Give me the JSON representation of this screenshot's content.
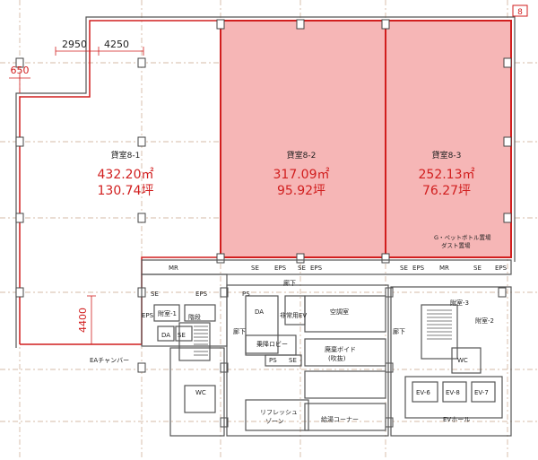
{
  "colors": {
    "accent_fill": "#f6b6b6",
    "accent_line": "#d11e1e",
    "wall": "#555555",
    "grid": "#c9a58a"
  },
  "page_number": "8",
  "dimensions": {
    "d2950": "2950",
    "d4250": "4250",
    "d650": "650",
    "d4400": "4400"
  },
  "rooms": [
    {
      "name": "貸室8-1",
      "area": "432.20㎡",
      "tsubo": "130.74坪"
    },
    {
      "name": "貸室8-2",
      "area": "317.09㎡",
      "tsubo": "95.92坪"
    },
    {
      "name": "貸室8-3",
      "area": "252.13㎡",
      "tsubo": "76.27坪"
    }
  ],
  "notes": {
    "bottle": "G・ペットボトル置場",
    "bottle2": "ダスト置場"
  },
  "labels": {
    "mr1": "MR",
    "mr2": "MR",
    "se1": "SE",
    "eps1": "EPS",
    "se2": "SE",
    "eps2": "EPS",
    "se3": "SE",
    "eps3": "EPS",
    "se4": "SE",
    "eps4": "EPS",
    "se5": "SE",
    "eps5": "EPS",
    "eps6": "EPS",
    "ps1": "PS",
    "ps2": "PS",
    "da1": "DA",
    "da2": "DA",
    "se6": "SE",
    "se7": "SE",
    "ea_chamber": "EAチャンバー",
    "emergency_ev": "非常用EV",
    "aircon": "空調室",
    "lobby": "乗降ロビー",
    "waste": "廃棄ボイド",
    "waste2": "(吹抜)",
    "refresh": "リフレッシュ",
    "refresh2": "ゾーン",
    "hotwater": "給湯コーナー",
    "ev_hall": "EVホール",
    "ev6": "EV-6",
    "ev8": "EV-8",
    "ev7": "EV-7",
    "wc1": "WC",
    "wc2": "WC",
    "corridor1": "廊下",
    "corridor2": "廊下",
    "corridor3": "廊下",
    "anteroom1": "附室-1",
    "anteroom2": "附室-2",
    "anteroom3": "附室-3",
    "stair": "階段"
  }
}
